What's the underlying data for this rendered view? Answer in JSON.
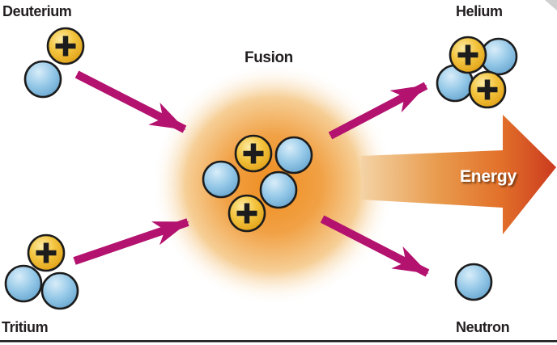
{
  "diagram": {
    "subject": "deuterium-tritium nuclear fusion reaction",
    "labels": {
      "deuterium": "Deuterium",
      "tritium": "Tritium",
      "fusion": "Fusion",
      "helium": "Helium",
      "neutron": "Neutron",
      "energy": "Energy"
    },
    "particles": {
      "deuterium": {
        "protons": 1,
        "neutrons": 1
      },
      "tritium": {
        "protons": 1,
        "neutrons": 2
      },
      "fusion_cluster": {
        "protons": 2,
        "neutrons": 3
      },
      "helium": {
        "protons": 2,
        "neutrons": 2
      },
      "neutron_product": {
        "protons": 0,
        "neutrons": 1
      }
    }
  },
  "colors": {
    "label_text": "#231f20",
    "energy_text": "#ffffff",
    "arrow_magenta": "#b3126f",
    "proton": "#f3c43e",
    "proton_edge": "#dd9a10",
    "neutron_highlight": "#d8edf9",
    "neutron_fill": "#93c7e7",
    "neutron_shade": "#5c9cc8",
    "outline": "#1c1c1c",
    "glow_orange": "#ee8d20",
    "energy_arrow_start": "#f4d3a5",
    "energy_arrow_mid": "#e2702a",
    "energy_arrow_tip": "#cb3a1f",
    "corner_notch": "#cfcfcf",
    "bottom_border": "#1a1a1a"
  }
}
